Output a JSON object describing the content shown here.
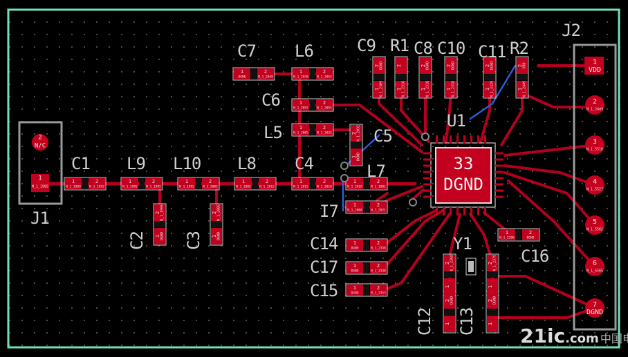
{
  "colors": {
    "background": "#000000",
    "board_outline": "#6fe0c0",
    "copper": "#b3001e",
    "pad": "#c4001f",
    "silkscreen": "#cfcfcf",
    "via": "#888888",
    "blue_trace": "#2a5fd8"
  },
  "designators": {
    "C1": "C1",
    "C2": "C2",
    "C3": "C3",
    "C4": "C4",
    "C5": "C5",
    "C6": "C6",
    "C7": "C7",
    "C8": "C8",
    "C9": "C9",
    "C10": "C10",
    "C11": "C11",
    "C12": "C12",
    "C13": "C13",
    "C14": "C14",
    "C15": "C15",
    "C16": "C16",
    "C17": "C17",
    "L5": "L5",
    "L6": "L6",
    "L7": "L7",
    "L8": "L8",
    "L9": "L9",
    "L10": "L10",
    "R1": "R1",
    "R2": "R2",
    "U1": "U1",
    "Y1": "Y1",
    "J1": "J1",
    "J2": "J2",
    "I7": "I7"
  },
  "ic": {
    "designator": "U1",
    "pin_count": "33",
    "net": "DGND"
  },
  "connector_j1": {
    "pins": [
      {
        "number": "2",
        "net": "N/C"
      },
      {
        "number": "1",
        "net": "N_1_1989"
      }
    ]
  },
  "connector_j2": {
    "pins": [
      {
        "number": "1",
        "net": "VDD"
      },
      {
        "number": "2",
        "net": "N_1_2449"
      },
      {
        "number": "3",
        "net": "N_1_5516"
      },
      {
        "number": "4",
        "net": "N_1_5527"
      },
      {
        "number": "5",
        "net": "N_1_5562"
      },
      {
        "number": "6",
        "net": "N_1_5565"
      },
      {
        "number": "7",
        "net": "DGND"
      }
    ]
  },
  "pad_pin_labels": {
    "one": "1",
    "two": "2"
  },
  "nets": {
    "dgnd": "DGND",
    "vdd": "VDD",
    "n1989": "N_1_1989",
    "n1992": "N_1_1992",
    "n1995": "N_1_1995",
    "n2005": "N_1_2005",
    "n2015": "N_1_2015",
    "n2018": "N_1_2018",
    "n2048": "N_1_2048",
    "n2055": "N_1_2055",
    "n2032": "N_1_2032",
    "n2008": "N_1_2008",
    "n2021": "N_1_2021",
    "n1801": "N_1_1801",
    "n2309": "N_1_2309",
    "n2318": "N_1_2318",
    "n2328": "N_1_2328",
    "n2329": "N_1_2329",
    "n2338": "N_1_2338",
    "n2353": "N_1_2353",
    "n2368": "N_1_2368",
    "n2379": "N_1_2379",
    "n2396": "N_1_2396",
    "n2449": "N_1_2449"
  },
  "watermark": {
    "text": "21ic",
    "sub": ".com",
    "cn": "中国电子网"
  }
}
